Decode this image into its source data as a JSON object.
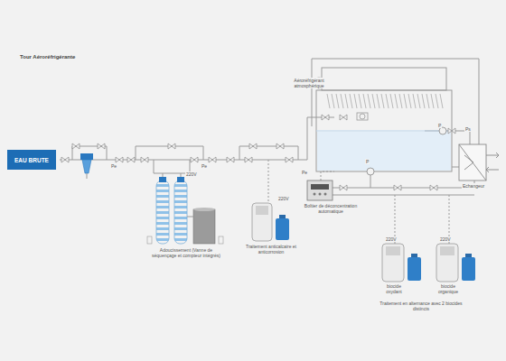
{
  "diagram": {
    "title": "Tour Aéroréfrigérante",
    "nodes": [
      {
        "text": [
          "EAU BRUTE"
        ]
      }
    ],
    "labels": [
      "Pe",
      "Pe",
      "Pe",
      "Ps",
      "P",
      "P",
      "220V",
      "220V",
      "220V",
      "220V",
      "Adoucissement (Vanne de séquençage et compteur intégrés)",
      "Traitement anticalcaire et anticorrosion",
      "Boîtier de déconcentration automatique",
      "Aéroréfrigérant atmosphérique",
      "Echangeur",
      "biocide oxydant",
      "biocide organique",
      "Traitement en alternance avec 2 biocides distincts"
    ]
  }
}
